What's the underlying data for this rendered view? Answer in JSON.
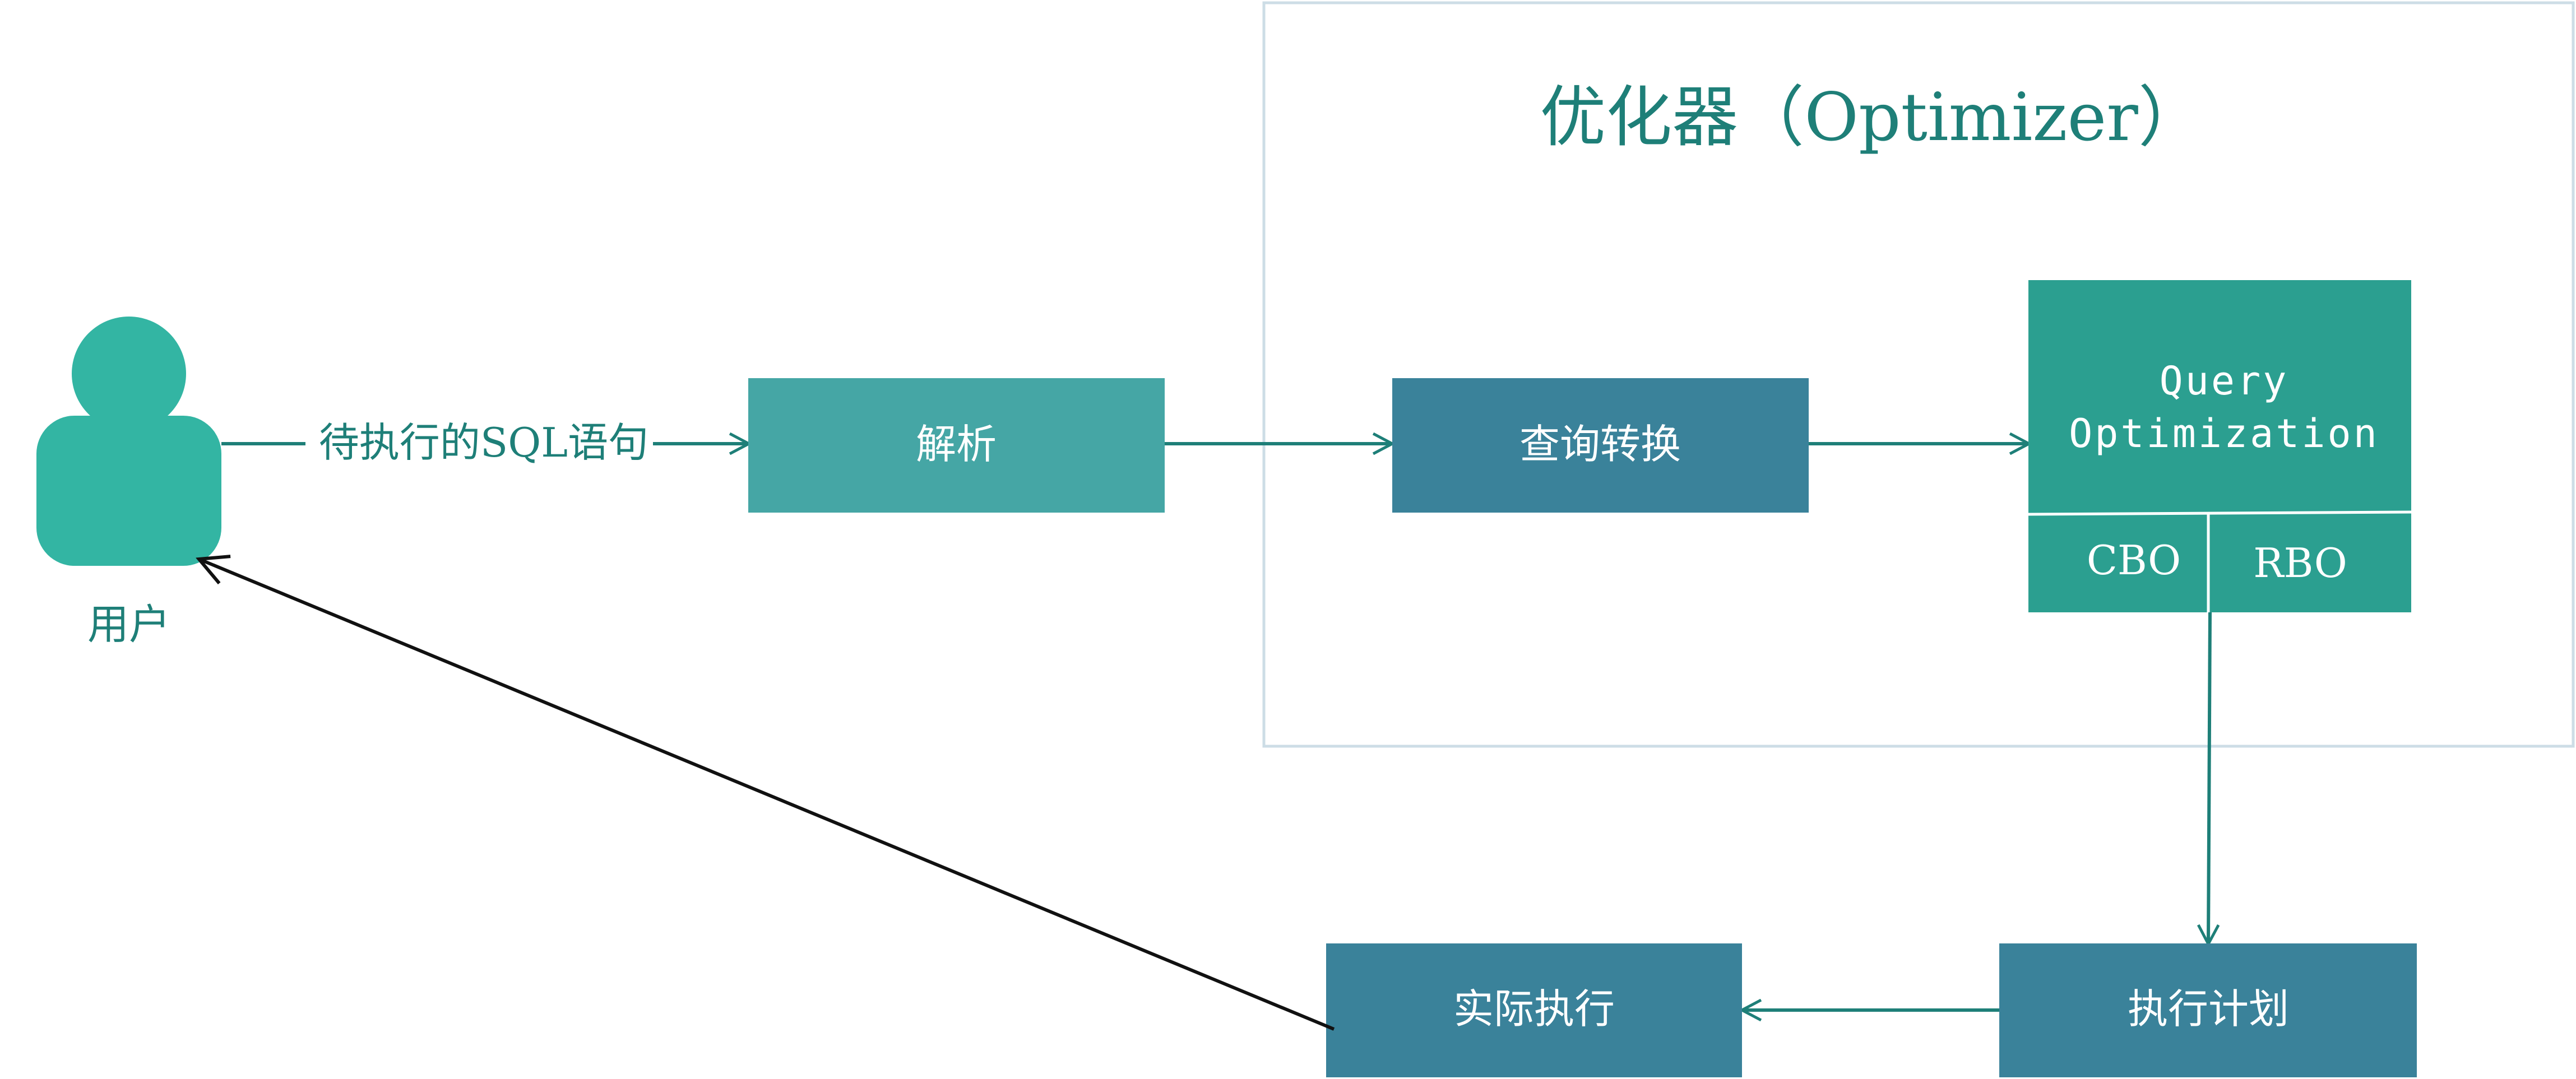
{
  "optimizer": {
    "title": "优化器（Optimizer）"
  },
  "user": {
    "label": "用户"
  },
  "edges": {
    "sql_input_label": "待执行的SQL语句"
  },
  "nodes": {
    "parse": "解析",
    "query_transform": "查询转换",
    "query_optimization_line1": "Query",
    "query_optimization_line2": "Optimization",
    "cbo": "CBO",
    "rbo": "RBO",
    "execution_plan": "执行计划",
    "actual_execution": "实际执行"
  },
  "colors": {
    "user_icon": "#33b5a3",
    "parse_box": "#45a6a5",
    "query_transform_box": "#3a829a",
    "query_optimization_box": "#2b9f90",
    "execution_boxes": "#3a829a",
    "teal_arrow": "#1e7f78",
    "return_arrow": "#111111",
    "optimizer_border": "#cddde6"
  }
}
